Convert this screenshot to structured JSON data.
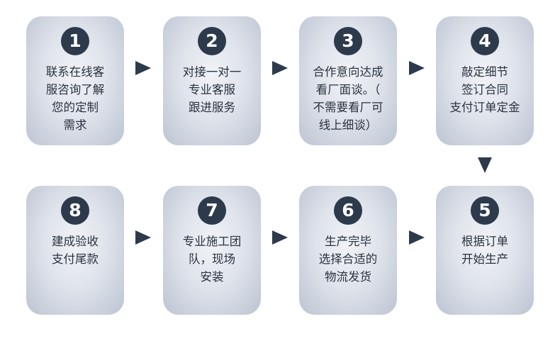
{
  "steps": [
    {
      "number": "1",
      "lines": [
        "联系在线客",
        "服咨询了解",
        "您的定制",
        "需求"
      ]
    },
    {
      "number": "2",
      "lines": [
        "对接一对一",
        "专业客服",
        "跟进服务"
      ]
    },
    {
      "number": "3",
      "lines": [
        "合作意向达成",
        "看厂面谈。（",
        "不需要看厂可",
        "线上细谈）"
      ]
    },
    {
      "number": "4",
      "lines": [
        "敲定细节",
        "签订合同",
        "支付订单定金"
      ]
    },
    {
      "number": "5",
      "lines": [
        "根据订单",
        "开始生产"
      ]
    },
    {
      "number": "6",
      "lines": [
        "生产完毕",
        "选择合适的",
        "物流发货"
      ]
    },
    {
      "number": "7",
      "lines": [
        "专业施工团",
        "队，现场",
        "安装"
      ]
    },
    {
      "number": "8",
      "lines": [
        "建成验收",
        "支付尾款"
      ]
    }
  ]
}
